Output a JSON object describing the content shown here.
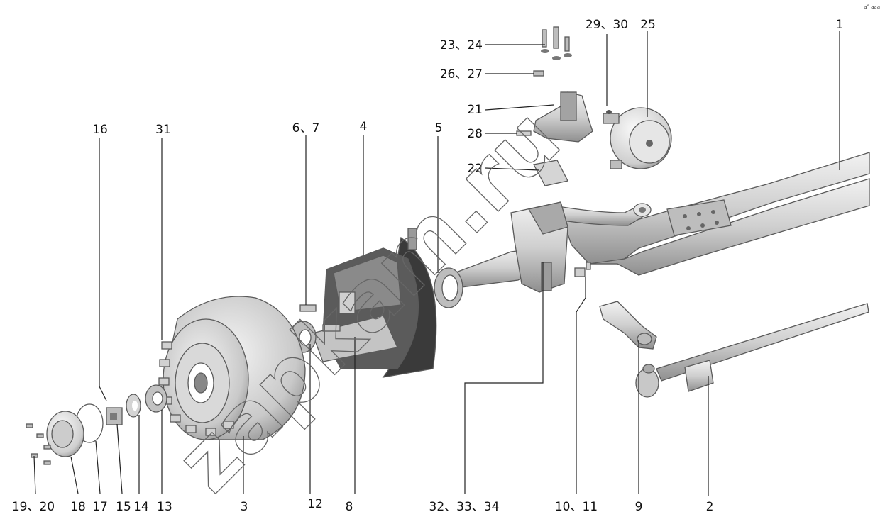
{
  "labels": {
    "l1": "1",
    "l2": "2",
    "l3": "3",
    "l4": "4",
    "l5": "5",
    "l6_7": "6、7",
    "l8": "8",
    "l9": "9",
    "l10_11": "10、11",
    "l12": "12",
    "l13": "13",
    "l14": "14",
    "l15": "15",
    "l16": "16",
    "l17": "17",
    "l18": "18",
    "l19_20": "19、20",
    "l21": "21",
    "l22": "22",
    "l23_24": "23、24",
    "l25": "25",
    "l26_27": "26、27",
    "l28": "28",
    "l29_30": "29、30",
    "l31": "31",
    "l32_34": "32、33、34"
  },
  "watermark": "zapkam.ru",
  "corner_mark": "a° aaa",
  "colors": {
    "ink": "#111111",
    "part_fill": "#d6d6d6",
    "part_dark": "#9a9a9a",
    "part_stroke": "#5a5a5a"
  }
}
